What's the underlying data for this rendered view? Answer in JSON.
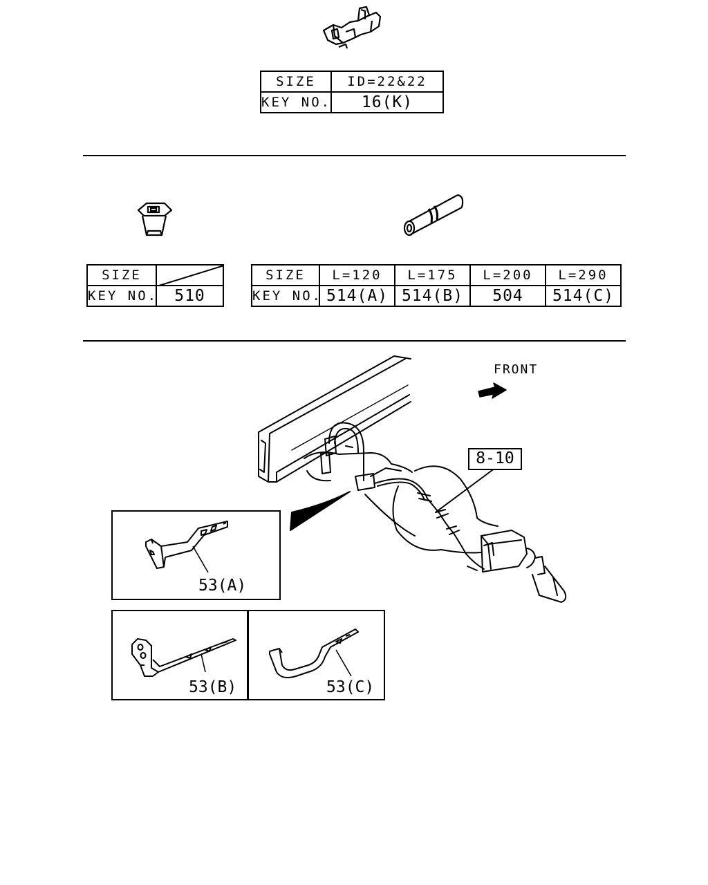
{
  "clip_table": {
    "size_label": "SIZE",
    "keyno_label": "KEY NO.",
    "size_value": "ID=22&22",
    "key_value": "16(K)"
  },
  "grommet_table": {
    "size_label": "SIZE",
    "keyno_label": "KEY NO.",
    "key_value": "510"
  },
  "tube_table": {
    "size_label": "SIZE",
    "keyno_label": "KEY NO.",
    "sizes": [
      "L=120",
      "L=175",
      "L=200",
      "L=290"
    ],
    "keys": [
      "514(A)",
      "514(B)",
      "504",
      "514(C)"
    ]
  },
  "assembly": {
    "front_label": "FRONT",
    "callout": "8-10",
    "brackets": [
      "53(A)",
      "53(B)",
      "53(C)"
    ]
  },
  "icons": [
    "double-clip-icon",
    "grommet-icon",
    "hose-tube-icon",
    "front-arrow-icon",
    "bracket-a-icon",
    "bracket-b-icon",
    "bracket-c-icon"
  ]
}
